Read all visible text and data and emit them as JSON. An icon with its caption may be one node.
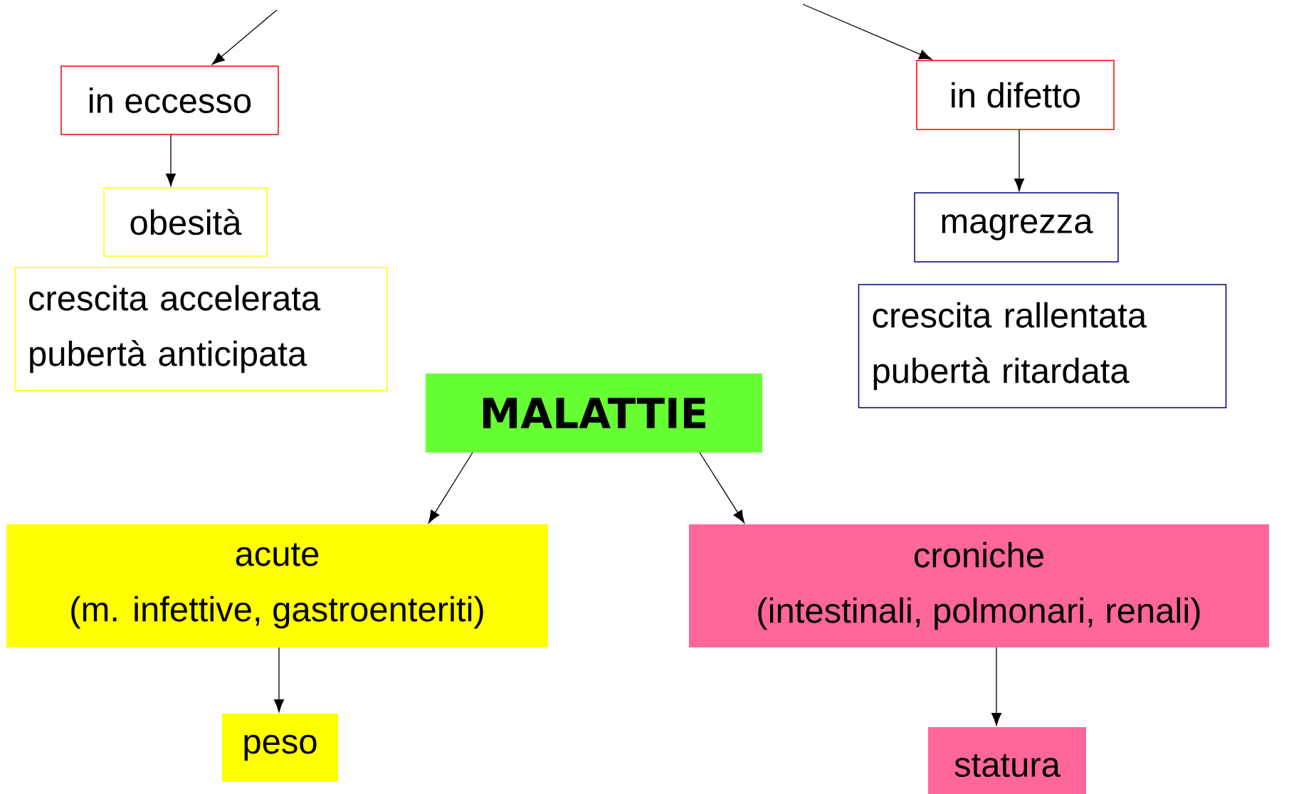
{
  "diagram": {
    "nodes": [
      {
        "text": [
          "in eccesso"
        ]
      },
      {
        "text": [
          "obesità"
        ]
      },
      {
        "text": [
          "crescita accelerata pubertà anticipata"
        ]
      },
      {
        "text": [
          "in difetto"
        ]
      },
      {
        "text": [
          "magrezza"
        ]
      },
      {
        "text": [
          "crescita rallentata pubertà ritardata"
        ]
      },
      {
        "text": [
          "MALATTIE"
        ]
      },
      {
        "text": [
          "acute",
          "(m. infettive, gastroenteriti)"
        ]
      },
      {
        "text": [
          "croniche",
          "(intestinali, polmonari, renali)"
        ]
      },
      {
        "text": [
          "peso"
        ]
      },
      {
        "text": [
          "statura"
        ]
      }
    ],
    "edges": [
      {
        "from": null,
        "to": 0,
        "arrow": "to"
      },
      {
        "from": null,
        "to": 3,
        "arrow": "to"
      },
      {
        "from": 0,
        "to": 1,
        "arrow": "to"
      },
      {
        "from": 3,
        "to": 4,
        "arrow": "to"
      },
      {
        "from": 6,
        "to": 7,
        "arrow": "to"
      },
      {
        "from": 6,
        "to": 8,
        "arrow": "to"
      },
      {
        "from": 7,
        "to": 9,
        "arrow": "to"
      },
      {
        "from": 8,
        "to": 10,
        "arrow": "to"
      }
    ]
  }
}
